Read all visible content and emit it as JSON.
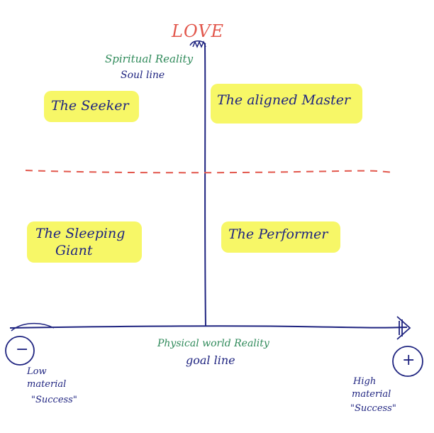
{
  "top_label": "LOVE",
  "spiritual": {
    "line1": "Spiritual Reality",
    "line2": "Soul line"
  },
  "physical": {
    "line1": "Physical world Reality",
    "line2": "goal line"
  },
  "quadrants": {
    "top_left": "The Seeker",
    "top_right": "The aligned Master",
    "bottom_left_1": "The Sleeping",
    "bottom_left_2": "Giant",
    "bottom_right": "The Performer"
  },
  "low": {
    "symbol": "−",
    "line1": "Low",
    "line2": "material",
    "line3": "\"Success\""
  },
  "high": {
    "symbol": "+",
    "line1": "High",
    "line2": "material",
    "line3": "\"Success\""
  },
  "colors": {
    "ink": "#1f2480",
    "green": "#2f8a5a",
    "red": "#e2574c",
    "highlight": "#f6f65a"
  }
}
